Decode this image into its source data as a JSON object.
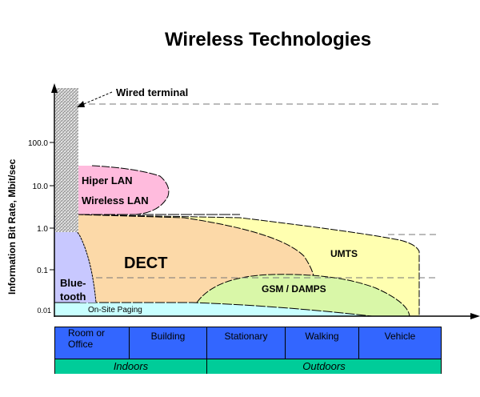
{
  "title": "Wireless Technologies",
  "chart_data": {
    "type": "area",
    "title": "Wireless Technologies",
    "ylabel": "Information Bit Rate, Mbit/sec",
    "xlabel": "",
    "y_scale": "log",
    "y_ticks": [
      "100.0",
      "10.0",
      "1.0",
      "0.1",
      "0.01"
    ],
    "x_categories": [
      "Room or Office",
      "Building",
      "Stationary",
      "Walking",
      "Vehicle"
    ],
    "x_groups": [
      {
        "label": "Indoors",
        "spans": [
          "Room or Office",
          "Building"
        ]
      },
      {
        "label": "Outdoors",
        "spans": [
          "Stationary",
          "Walking",
          "Vehicle"
        ]
      }
    ],
    "regions": [
      {
        "name": "Wired terminal",
        "color": "#c8c8c8",
        "pattern": "hatched",
        "x_range": [
          "Room or Office (start)",
          "Room or Office (start)"
        ],
        "y_max": ">100"
      },
      {
        "name": "Hiper LAN / Wireless LAN",
        "labels": [
          "Hiper LAN",
          "Wireless LAN"
        ],
        "color": "#ffbbdd",
        "x_range": [
          "Room or Office",
          "Building"
        ],
        "y_range": [
          2,
          25
        ]
      },
      {
        "name": "DECT",
        "color": "#fcd9a8",
        "x_range": [
          "Room or Office",
          "Walking"
        ],
        "y_range": [
          0.01,
          2
        ]
      },
      {
        "name": "UMTS",
        "color": "#ffffb0",
        "x_range": [
          "Room or Office",
          "Vehicle"
        ],
        "y_range": [
          0.01,
          2
        ]
      },
      {
        "name": "GSM / DAMPS",
        "color": "#d9f7a8",
        "x_range": [
          "Building",
          "Vehicle"
        ],
        "y_range": [
          0.01,
          0.07
        ]
      },
      {
        "name": "Bluetooth",
        "labels": [
          "Blue-",
          "tooth"
        ],
        "color": "#c8c8ff",
        "x_range": [
          "Room or Office",
          "Room or Office"
        ],
        "y_range": [
          0.015,
          1
        ]
      },
      {
        "name": "On-Site Paging",
        "color": "#c8ffff",
        "x_range": [
          "Room or Office",
          "Walking"
        ],
        "y_range": [
          0.01,
          0.015
        ]
      }
    ],
    "reference_lines": [
      {
        "y": ">100",
        "style": "dashed"
      },
      {
        "y": "1.0",
        "style": "dashed"
      },
      {
        "y": "0.07",
        "style": "dashed"
      }
    ],
    "annotations": [
      {
        "text": "Wired terminal",
        "arrow_to": "wired terminal bar"
      }
    ]
  },
  "table": {
    "top_row": [
      "Room or Office",
      "Building",
      "Stationary",
      "Walking",
      "Vehicle"
    ],
    "top_row_lines": [
      [
        "Room or",
        "Office"
      ]
    ],
    "bottom_row": [
      "Indoors",
      "Outdoors"
    ]
  },
  "colors": {
    "top_row": "#3366ff",
    "bottom_row": "#00cc99"
  }
}
